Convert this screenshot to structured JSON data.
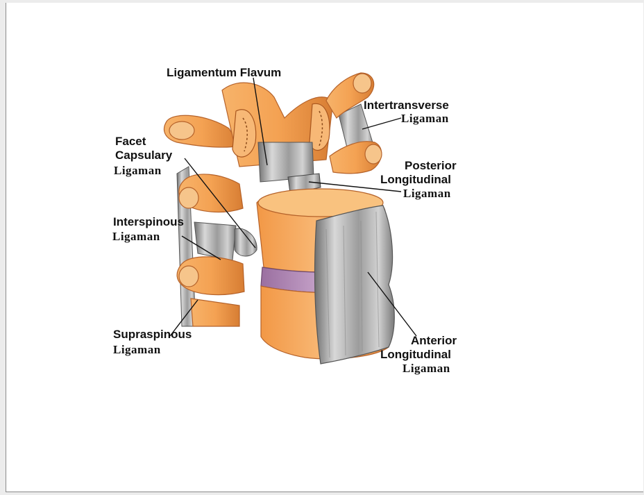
{
  "labels": {
    "ligamentum_flavum": "Ligamentum Flavum",
    "intertransverse_line1": "Intertransverse",
    "intertransverse_line2": "Ligaman",
    "facet_line1": "Facet",
    "facet_line2": "Capsulary",
    "facet_line3": "Ligaman",
    "posterior_line1": "Posterior",
    "posterior_line2": "Longitudinal",
    "posterior_line3": "Ligaman",
    "interspinous_line1": "Interspinous",
    "interspinous_line2": "Ligaman",
    "supraspinous_line1": "Supraspinous",
    "supraspinous_line2": "Ligaman",
    "anterior_line1": "Anterior",
    "anterior_line2": "Longitudinal",
    "anterior_line3": "Ligaman"
  },
  "colors": {
    "bone": "#f0a050",
    "bone_dark": "#c8702a",
    "bone_light": "#fbc88e",
    "ligament": "#b9b9b9",
    "ligament_dark": "#8c8c8c",
    "disc": "#b48bb8",
    "leader_line": "#111111"
  }
}
